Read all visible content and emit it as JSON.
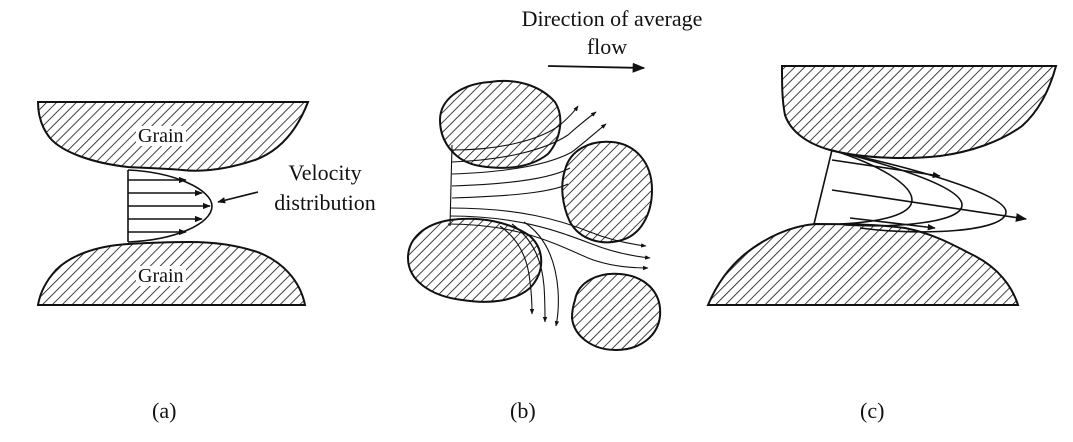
{
  "labels": {
    "grain_top": "Grain",
    "grain_bottom": "Grain",
    "velocity_line1": "Velocity",
    "velocity_line2": "distribution",
    "flow_line1": "Direction of average",
    "flow_line2": "flow"
  },
  "captions": {
    "a": "(a)",
    "b": "(b)",
    "c": "(c)"
  },
  "colors": {
    "ink": "#111111",
    "paper": "#ffffff"
  }
}
